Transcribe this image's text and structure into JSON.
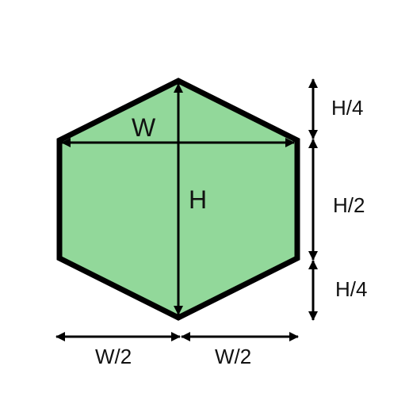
{
  "colors": {
    "fill": "#92d89a",
    "stroke": "#000000",
    "arrow": "#000000"
  },
  "labels": {
    "width": "W",
    "height": "H",
    "quarter_top": "H/4",
    "half_middle": "H/2",
    "quarter_bottom": "H/4",
    "half_width_left": "W/2",
    "half_width_right": "W/2"
  }
}
